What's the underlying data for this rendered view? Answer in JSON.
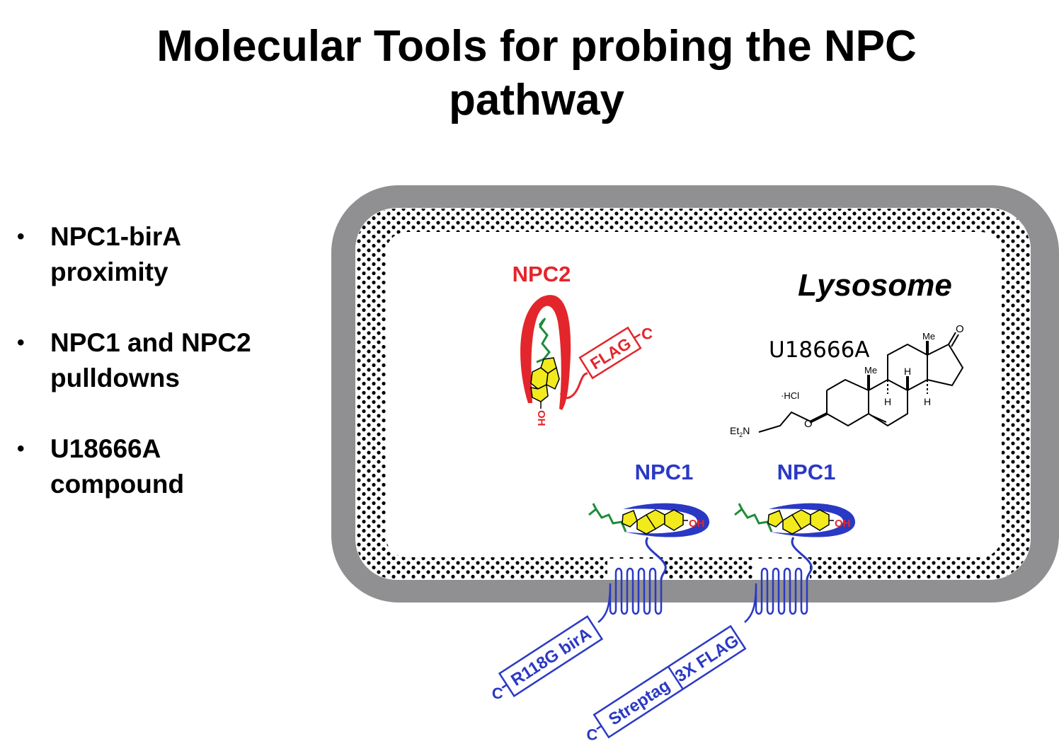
{
  "slide": {
    "title_line1": "Molecular Tools for probing the NPC",
    "title_line2": "pathway"
  },
  "bullets": [
    {
      "line1": "NPC1-birA",
      "line2": "proximity"
    },
    {
      "line1": "NPC1 and NPC2",
      "line2": "pulldowns"
    },
    {
      "line1": "U18666A",
      "line2": "compound"
    }
  ],
  "bullet_glyph": "•",
  "diagram": {
    "compartment_label": "Lysosome",
    "npc2": {
      "label": "NPC2",
      "tag": "FLAG",
      "terminus": "C",
      "hydroxyl": "OH"
    },
    "compound": {
      "name": "U18666A",
      "salt": "·HCl",
      "amine": "Et",
      "amine_sub": "2",
      "amine_n": "N",
      "oxygen": "O",
      "ketone_o": "O",
      "methyl_1": "Me",
      "methyl_2": "Me",
      "h_1": "H",
      "h_2": "H",
      "h_3": "H"
    },
    "npc1_left": {
      "label": "NPC1",
      "hydroxyl": "OH",
      "tag": "R118G birA",
      "terminus": "C"
    },
    "npc1_right": {
      "label": "NPC1",
      "hydroxyl": "OH",
      "tag_1": "Streptag",
      "tag_2": "3X FLAG",
      "terminus": "C"
    }
  },
  "colors": {
    "membrane": "#909093",
    "npc2": "#e3262b",
    "npc1": "#2a39c4",
    "sterol_ring": "#f2ea1d",
    "sterol_tail": "#1d8c3a",
    "text": "#000000"
  }
}
